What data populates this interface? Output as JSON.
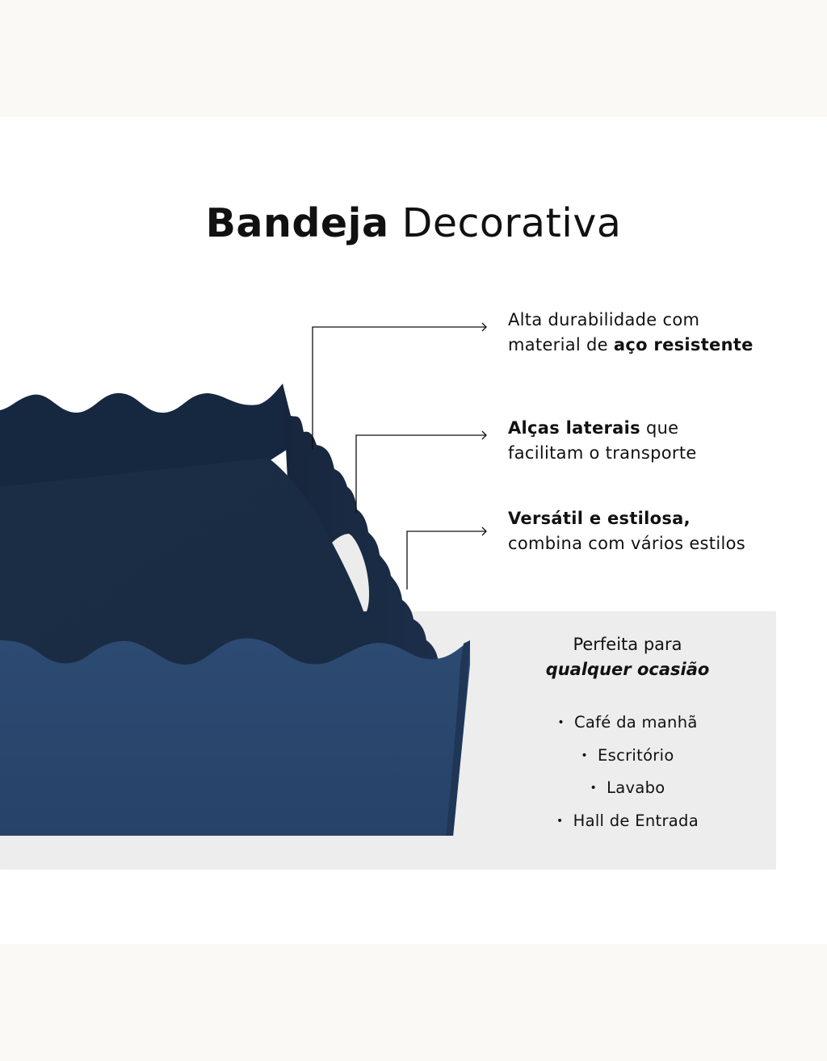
{
  "header": {
    "title_bold": "Bandeja",
    "title_light": "Decorativa"
  },
  "callouts": [
    {
      "line1": "Alta durabilidade com",
      "line2_plain": "material de ",
      "line2_bold": "aço resistente"
    },
    {
      "line1_bold": "Alças laterais",
      "line1_plain": " que",
      "line2": "facilitam o transporte"
    },
    {
      "line1_bold": "Versátil e estilosa,",
      "line2": "combina com vários estilos"
    }
  ],
  "panel": {
    "heading": "Perfeita para",
    "heading_emphasis": "qualquer ocasião",
    "uses": [
      "Café da manhã",
      "Escritório",
      "Lavabo",
      "Hall de Entrada"
    ],
    "bullet": "•"
  },
  "colors": {
    "page_background": "#faf9f6",
    "card_background": "#ffffff",
    "panel_background": "#ededed",
    "tray_blue": "#1f3656",
    "text": "#111111"
  },
  "icons": [
    "arrow-right-icon",
    "arrow-right-icon",
    "arrow-right-icon"
  ]
}
